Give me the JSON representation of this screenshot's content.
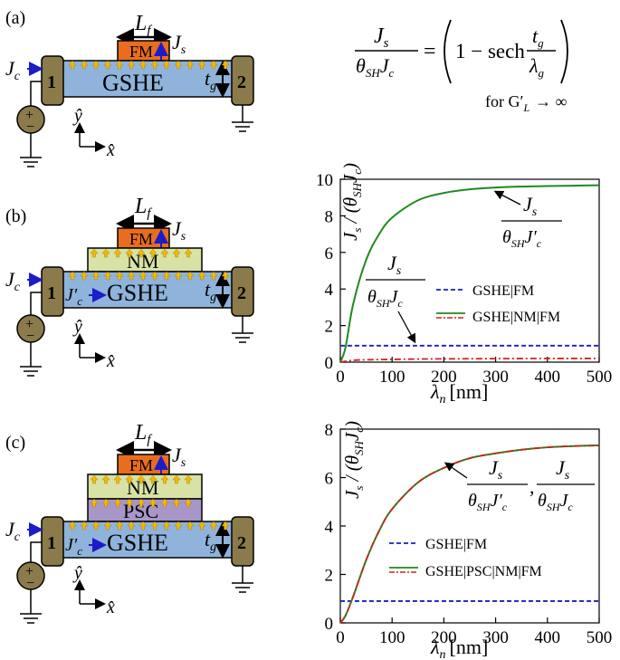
{
  "panel_labels": [
    "(a)",
    "(b)",
    "(c)"
  ],
  "device": {
    "gshe_label": "GSHE",
    "fm_label": "FM",
    "nm_label": "NM",
    "psc_label": "PSC",
    "contact_1": "1",
    "contact_2": "2",
    "lf_symbol": "L",
    "lf_sub": "f",
    "js_symbol": "J",
    "js_sub": "s",
    "jc_symbol": "J",
    "jc_sub": "c",
    "jc_prime_symbol": "J′",
    "jc_prime_sub": "c",
    "tg_symbol": "t",
    "tg_sub": "g",
    "y_axis": "ŷ",
    "x_axis": "x̂",
    "plus": "+",
    "minus": "−",
    "colors": {
      "gshe": "#8fb3da",
      "fm": "#e86d1f",
      "nm": "#d7e2a4",
      "psc": "#a996c8",
      "contact": "#8b7a4a",
      "source": "#8b7a4a",
      "arrow_blue": "#1c1cc8",
      "arrow_yellow": "#f5b800"
    }
  },
  "equation": {
    "lhs_num": "J",
    "lhs_num_sub": "s",
    "lhs_den_theta": "θ",
    "lhs_den_theta_sub": "SH",
    "lhs_den_j": "J",
    "lhs_den_j_sub": "c",
    "equals": "=",
    "one_minus_sech": "1 − sech",
    "frac_num": "t",
    "frac_num_sub": "g",
    "frac_den": "λ",
    "frac_den_sub": "g",
    "condition": "for G′",
    "condition_sub": "L",
    "condition_tail": "→ ∞"
  },
  "chart_data": [
    {
      "type": "line",
      "xlabel": "λ",
      "xlabel_sub": "n",
      "xlabel_unit": "[nm]",
      "ylabel": "J_s / (θ_SH J_c)",
      "xlim": [
        0,
        500
      ],
      "ylim": [
        0,
        10
      ],
      "xticks": [
        0,
        100,
        200,
        300,
        400,
        500
      ],
      "yticks": [
        0,
        2,
        4,
        6,
        8,
        10
      ],
      "series": [
        {
          "name": "GSHE|FM",
          "style": "dashed",
          "color": "#1c1cc8",
          "x": [
            0,
            500
          ],
          "y": [
            0.9,
            0.9
          ]
        },
        {
          "name": "GSHE|NM|FM",
          "style": "solid",
          "color": "#1f8a1f",
          "x": [
            0,
            10,
            25,
            50,
            75,
            100,
            150,
            200,
            250,
            300,
            350,
            400,
            450,
            500
          ],
          "y": [
            0,
            0.8,
            3.2,
            5.6,
            7.0,
            7.9,
            8.85,
            9.25,
            9.45,
            9.55,
            9.6,
            9.63,
            9.65,
            9.67
          ]
        },
        {
          "name": "GSHE|NM|FM",
          "style": "dashdot",
          "color": "#d42020",
          "x": [
            0,
            10,
            25,
            50,
            100,
            150,
            200,
            300,
            400,
            500
          ],
          "y": [
            0,
            0.05,
            0.1,
            0.13,
            0.15,
            0.17,
            0.18,
            0.19,
            0.2,
            0.2
          ]
        }
      ],
      "legend": [
        "GSHE|FM",
        "GSHE|NM|FM"
      ],
      "annotations": [
        {
          "num": "J",
          "num_sub": "s",
          "den": "θ",
          "den_sub": "SH",
          "den_j": "J′",
          "den_j_sub": "c"
        },
        {
          "num": "J",
          "num_sub": "s",
          "den": "θ",
          "den_sub": "SH",
          "den_j": "J",
          "den_j_sub": "c"
        }
      ]
    },
    {
      "type": "line",
      "xlabel": "λ",
      "xlabel_sub": "n",
      "xlabel_unit": "[nm]",
      "ylabel": "J_s / (θ_SH J_c)",
      "xlim": [
        0,
        500
      ],
      "ylim": [
        0,
        8
      ],
      "xticks": [
        0,
        100,
        200,
        300,
        400,
        500
      ],
      "yticks": [
        0,
        2,
        4,
        6,
        8
      ],
      "series": [
        {
          "name": "GSHE|FM",
          "style": "dashed",
          "color": "#1c1cc8",
          "x": [
            0,
            500
          ],
          "y": [
            0.9,
            0.9
          ]
        },
        {
          "name": "GSHE|PSC|NM|FM",
          "style": "solid",
          "color": "#1f8a1f",
          "x": [
            0,
            10,
            25,
            50,
            75,
            100,
            150,
            200,
            250,
            300,
            350,
            400,
            450,
            500
          ],
          "y": [
            0,
            0.3,
            1.1,
            2.6,
            3.8,
            4.7,
            5.8,
            6.4,
            6.8,
            7.0,
            7.15,
            7.25,
            7.3,
            7.33
          ]
        },
        {
          "name": "GSHE|PSC|NM|FM",
          "style": "dashdot",
          "color": "#d42020",
          "x": [
            0,
            10,
            25,
            50,
            75,
            100,
            150,
            200,
            250,
            300,
            350,
            400,
            450,
            500
          ],
          "y": [
            0,
            0.3,
            1.1,
            2.6,
            3.8,
            4.7,
            5.8,
            6.4,
            6.8,
            7.0,
            7.15,
            7.25,
            7.3,
            7.33
          ]
        }
      ],
      "legend": [
        "GSHE|FM",
        "GSHE|PSC|NM|FM"
      ],
      "annotations": [
        {
          "num": "J",
          "num_sub": "s",
          "den": "θ",
          "den_sub": "SH",
          "den_j": "J′",
          "den_j_sub": "c",
          "sep": ","
        },
        {
          "num": "J",
          "num_sub": "s",
          "den": "θ",
          "den_sub": "SH",
          "den_j": "J",
          "den_j_sub": "c"
        }
      ]
    }
  ]
}
